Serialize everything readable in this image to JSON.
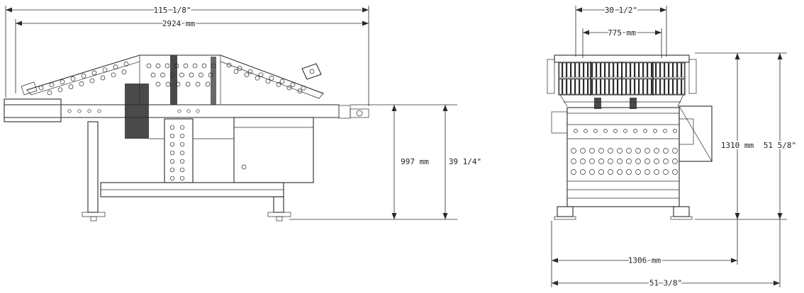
{
  "side_view": {
    "overall_width_in": "115 1/8\"",
    "overall_width_mm": "2924 mm",
    "height_mm": "997 mm",
    "height_in": "39 1/4\""
  },
  "end_view": {
    "hopper_width_in": "30 1/2\"",
    "hopper_width_mm": "775 mm",
    "overall_height_mm": "1310 mm",
    "overall_height_in": "51 5/8\"",
    "overall_width_mm": "1306 mm",
    "overall_width_in": "51 3/8\""
  },
  "colors": {
    "line": "#2a2a2a",
    "background": "#ffffff"
  }
}
